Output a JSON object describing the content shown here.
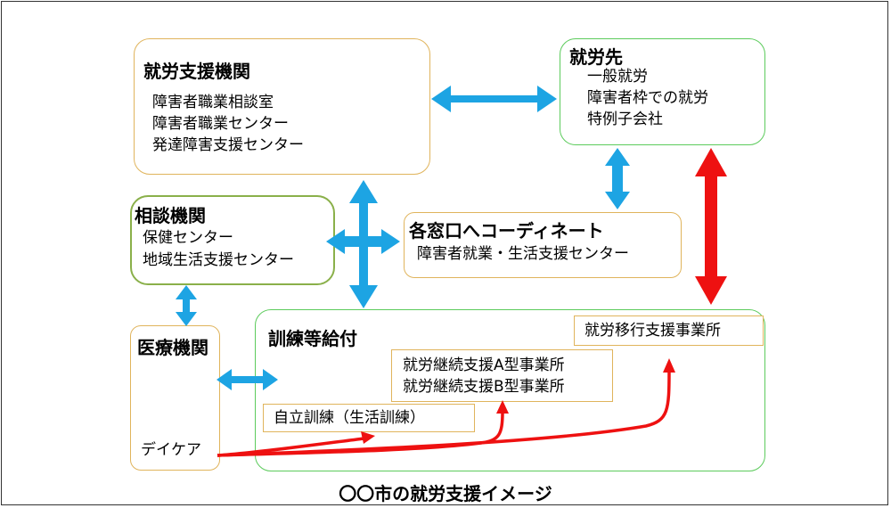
{
  "caption": "〇〇市の就労支援イメージ",
  "employment_support": {
    "title": "就労支援機関",
    "items": [
      "障害者職業相談室",
      "障害者職業センター",
      "発達障害支援センター"
    ]
  },
  "workplace": {
    "title": "就労先",
    "items": [
      "一般就労",
      "障害者枠での就労",
      "特例子会社"
    ]
  },
  "consultation": {
    "title": "相談機関",
    "items": [
      "保健センター",
      "地域生活支援センター"
    ]
  },
  "coordinate": {
    "title": "各窓口へコーディネート",
    "items": [
      "障害者就業・生活支援センター"
    ]
  },
  "medical": {
    "title": "医療機関",
    "daycare": "デイケア"
  },
  "training": {
    "title": "訓練等給付",
    "transition": "就労移行支援事業所",
    "continuation": [
      "就労継続支援A型事業所",
      "就労継続支援B型事業所"
    ],
    "independence": "自立訓練（生活訓練）"
  },
  "colors": {
    "box_orange": "#e0b45c",
    "box_green": "#5ccb5c",
    "box_olive": "#8ab04a",
    "arrow_blue": "#1da4e3",
    "arrow_red": "#ee1111"
  }
}
